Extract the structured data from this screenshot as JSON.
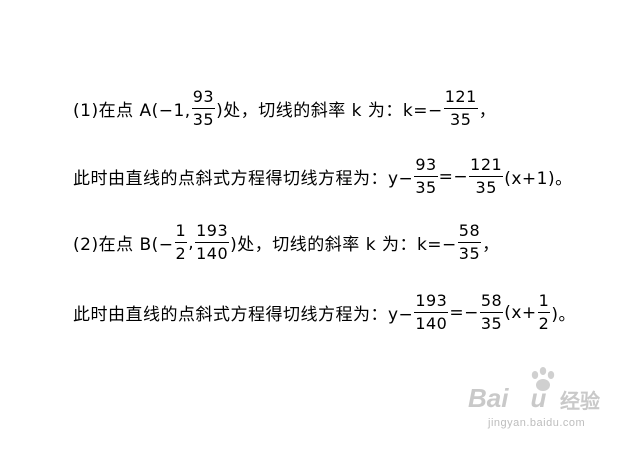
{
  "line1": {
    "prefix": "(1)在点 A(−1,",
    "pt_num": "93",
    "pt_den": "35",
    "mid": ")处，切线的斜率 k 为：k=−",
    "k_num": "121",
    "k_den": "35",
    "suffix": "，"
  },
  "line2": {
    "prefix": "此时由直线的点斜式方程得切线方程为：y−",
    "a_num": "93",
    "a_den": "35",
    "eq": "=−",
    "b_num": "121",
    "b_den": "35",
    "suffix": "(x+1)。"
  },
  "line3": {
    "prefix": "(2)在点 B(−",
    "x_num": "1",
    "x_den": "2",
    "comma": ",",
    "y_num": "193",
    "y_den": "140",
    "mid": ")处，切线的斜率 k 为：k=−",
    "k_num": "58",
    "k_den": "35",
    "suffix": "，"
  },
  "line4": {
    "prefix": "此时由直线的点斜式方程得切线方程为：y−",
    "a_num": "193",
    "a_den": "140",
    "eq": "=−",
    "b_num": "58",
    "b_den": "35",
    "mid": "(x+",
    "c_num": "1",
    "c_den": "2",
    "suffix": ")。"
  },
  "watermark": {
    "brand": "Bai",
    "brand2": "u",
    "cn": "经验",
    "url": "jingyan.baidu.com",
    "color": "#c9c9c9"
  }
}
